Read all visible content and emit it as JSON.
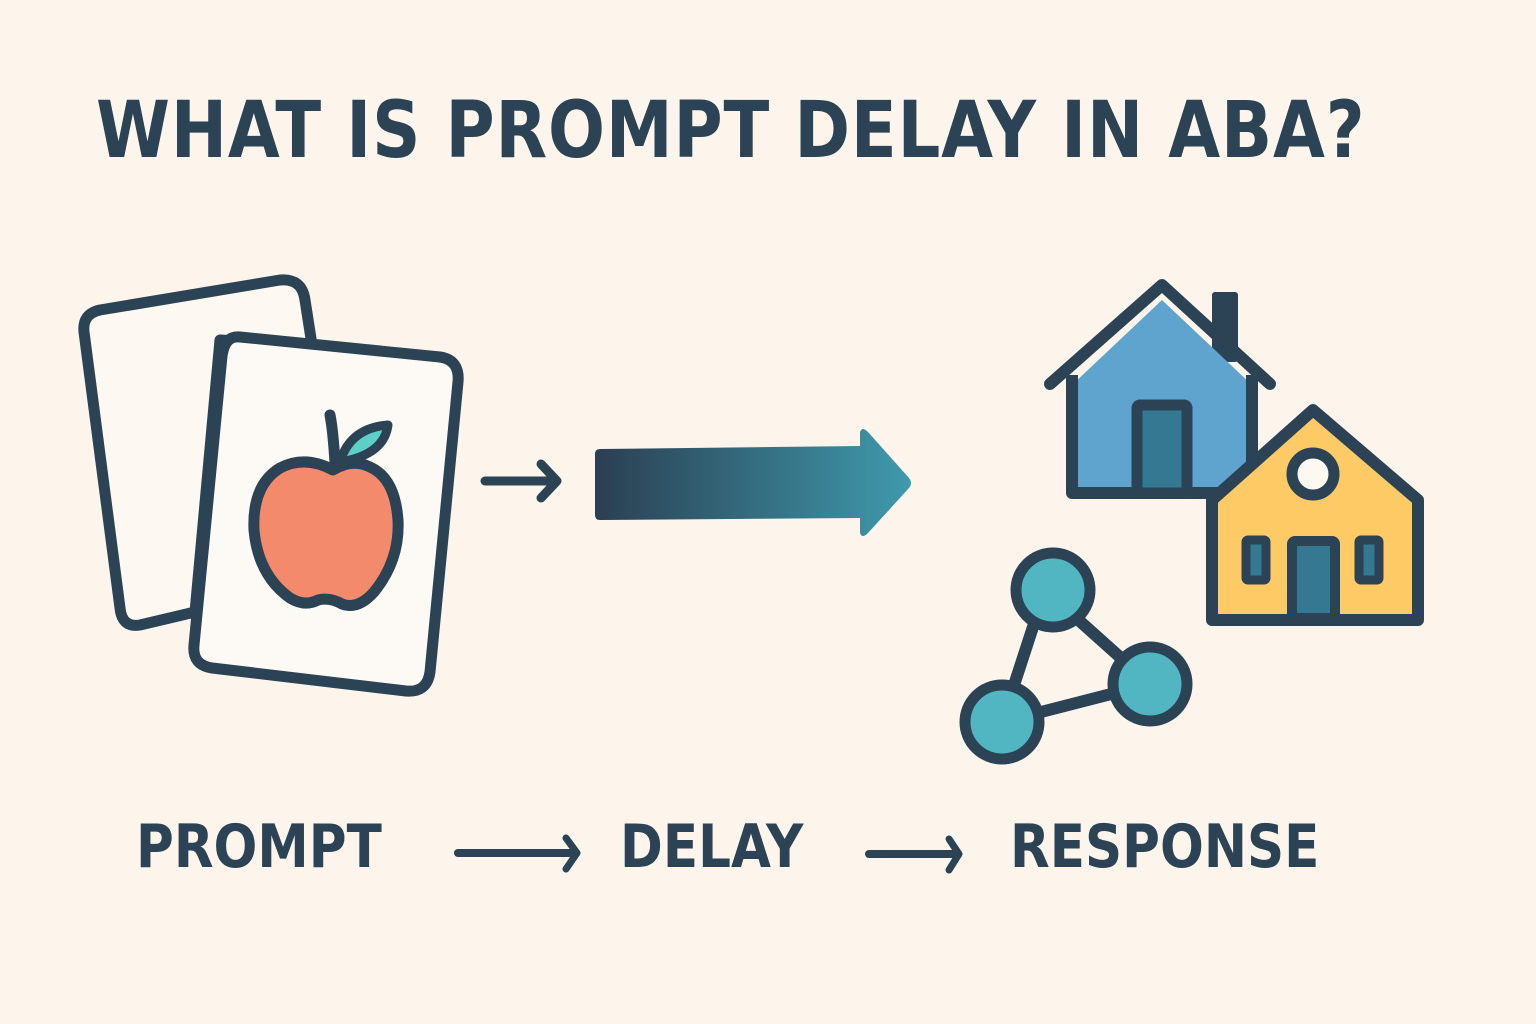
{
  "title": "WHAT IS PROMPT DELAY IN ABA?",
  "colors": {
    "background": "#fdf5ec",
    "ink": "#2c4255",
    "apple": "#f28a6b",
    "leaf": "#5ccfc6",
    "arrow_start": "#2b3f52",
    "arrow_end": "#3f9aad",
    "house_blue": "#5ea4cf",
    "house_yellow": "#fdca65",
    "door": "#357891",
    "node": "#52b6c2"
  },
  "illustration": {
    "left": "flashcards-with-apple",
    "middle": "gradient-arrow",
    "right": [
      "blue-house",
      "yellow-house",
      "network-nodes"
    ]
  },
  "flow": {
    "steps": [
      "PROMPT",
      "DELAY",
      "RESPONSE"
    ],
    "separator": "→"
  }
}
